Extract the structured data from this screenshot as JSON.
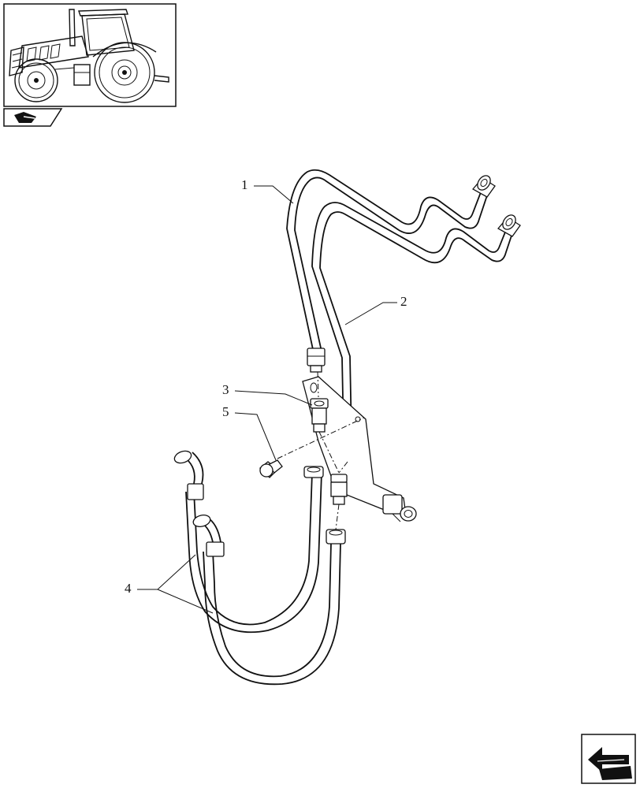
{
  "callouts": {
    "c1": "1",
    "c2": "2",
    "c3": "3",
    "c4": "4",
    "c5": "5"
  },
  "icons": {
    "thumbnail": "tractor-thumbnail-icon",
    "section": "section-tab-icon",
    "nav": "back-arrow-icon"
  },
  "colors": {
    "ink": "#111111",
    "paper": "#ffffff"
  }
}
